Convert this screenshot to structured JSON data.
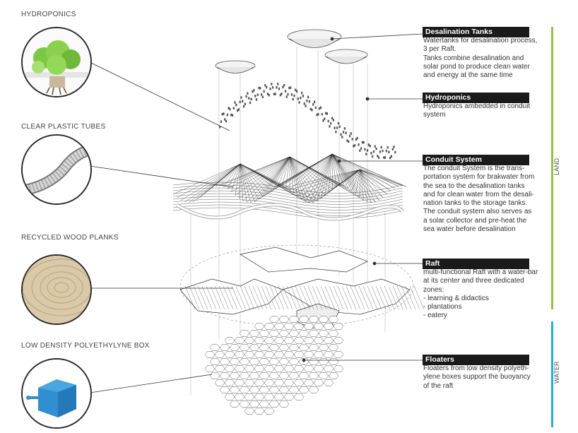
{
  "materials": [
    {
      "title": "HYDROPONICS",
      "icon": "lettuce-plant-icon"
    },
    {
      "title": "CLEAR PLASTIC TUBES",
      "icon": "tube-icon"
    },
    {
      "title": "RECYCLED WOOD PLANKS",
      "icon": "wood-grain-icon"
    },
    {
      "title": "LOW DENSITY POLYETHYLYNE BOX",
      "icon": "blue-box-icon"
    }
  ],
  "labels": [
    {
      "title": "Desalination Tanks",
      "lines": [
        "Watertanks for desalination process,",
        "3 per Raft.",
        "Tanks combine desalination and",
        "solar pond to produce clean water",
        "and energy at the same time"
      ]
    },
    {
      "title": "Hydroponics",
      "lines": [
        "Hydroponics ambedded in conduit",
        "system"
      ]
    },
    {
      "title": "Conduit System",
      "lines": [
        "The conduit System is the trans-",
        "portation system for brakwater from",
        "the sea to the desalination tanks",
        "and for clean water from the desali-",
        "nation tanks to the storage tanks.",
        "The conduit system also serves as",
        "a solar collector and pre-heat the",
        "sea water before desalination"
      ]
    },
    {
      "title": "Raft",
      "lines": [
        "multi-functional Raft with a water-bar",
        "at its center and three dedicated",
        "zones:",
        "- learning & didactics",
        "- plantations",
        "- eatery"
      ]
    },
    {
      "title": "Floaters",
      "lines": [
        "Floaters from low density polyeth-",
        "ylene boxes support the buoyancy",
        "of the raft"
      ]
    }
  ],
  "side": {
    "land": "LAND",
    "water": "WATER"
  },
  "colors": {
    "land": "#8cc63f",
    "water": "#29abe2",
    "box": "#2f8fd0",
    "leaf": "#7ac943"
  }
}
